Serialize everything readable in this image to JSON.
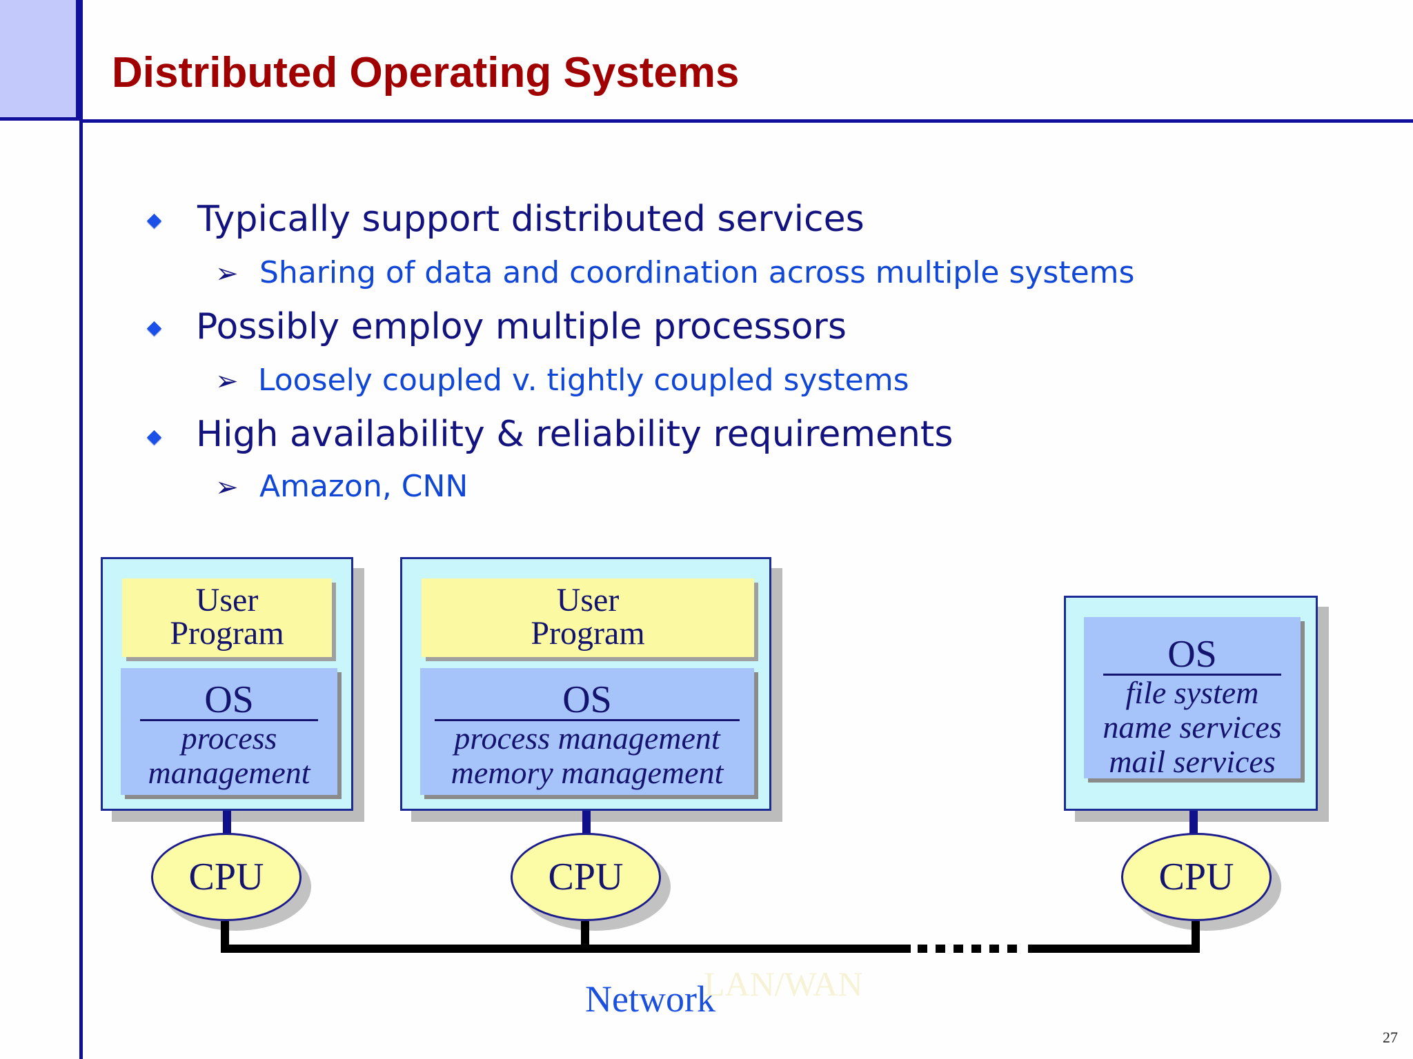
{
  "slide": {
    "title": "Distributed Operating Systems",
    "page_number": "27"
  },
  "bullets": [
    {
      "text": "Typically support distributed services",
      "sub": "Sharing of data and coordination across multiple systems"
    },
    {
      "text": "Possibly employ multiple processors",
      "sub": "Loosely coupled v. tightly coupled systems"
    },
    {
      "text": "High availability & reliability requirements",
      "sub": "Amazon, CNN"
    }
  ],
  "diagram": {
    "systems": [
      {
        "user_program": [
          "User",
          "Program"
        ],
        "os_label": "OS",
        "os_services": [
          "process",
          "management"
        ],
        "cpu": "CPU"
      },
      {
        "user_program": [
          "User",
          "Program"
        ],
        "os_label": "OS",
        "os_services": [
          "process management",
          "memory management"
        ],
        "cpu": "CPU"
      },
      {
        "os_label": "OS",
        "os_services": [
          "file system",
          "name services",
          "mail services"
        ],
        "cpu": "CPU"
      }
    ],
    "network_label": "Network",
    "lan_wan_label": "LAN/WAN"
  },
  "colors": {
    "title": "#a00000",
    "rule": "#10109a",
    "bullet_primary": "#13137f",
    "bullet_secondary": "#1147d6",
    "system_box": "#c8f6fb",
    "user_program": "#fbfaa2",
    "os_box": "#a6c4fa",
    "cpu": "#fcfca6"
  }
}
